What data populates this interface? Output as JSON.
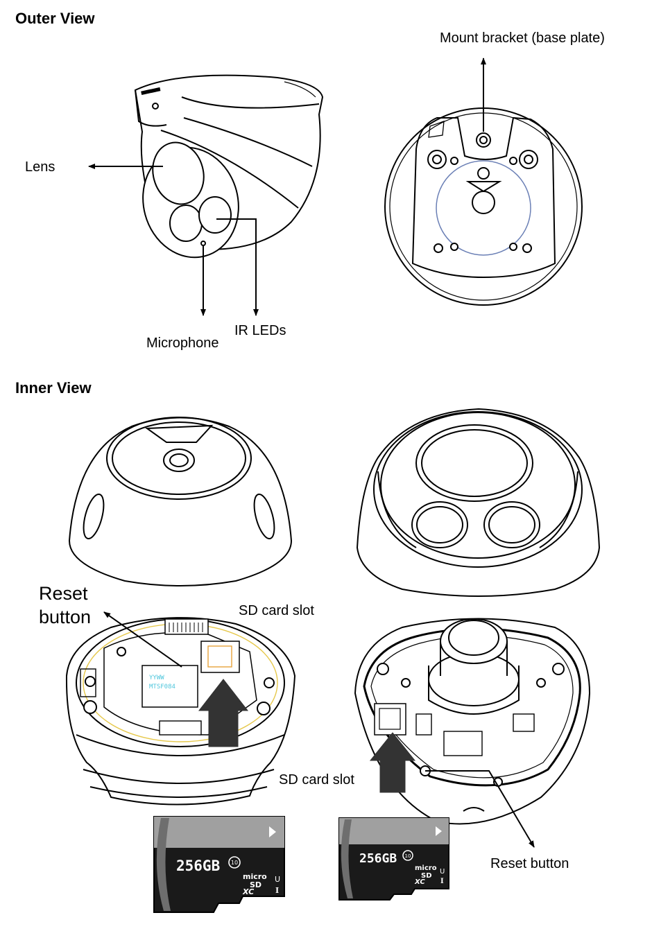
{
  "sections": {
    "outer_view": "Outer View",
    "inner_view": "Inner View"
  },
  "callouts": {
    "lens": "Lens",
    "microphone": "Microphone",
    "ir_leds": "IR LEDs",
    "mount_bracket": "Mount bracket (base plate)",
    "reset_button_left_line1": "Reset",
    "reset_button_left_line2": "button",
    "sd_card_slot_top": "SD card slot",
    "sd_card_slot_bottom": "SD card slot",
    "reset_button_right": "Reset button"
  },
  "pcb_marking": {
    "line1": "YYWW",
    "line2": "MTSF084"
  },
  "sd_cards": [
    {
      "capacity": "256GB",
      "class": "10",
      "brand_top": "micro",
      "brand_sd": "SD",
      "brand_xc": "XC",
      "uhs": "U",
      "uhs_grade": "I"
    },
    {
      "capacity": "256GB",
      "class": "10",
      "brand_top": "micro",
      "brand_sd": "SD",
      "brand_xc": "XC",
      "uhs": "U",
      "uhs_grade": "I"
    }
  ],
  "colors": {
    "line": "#000000",
    "arrow_fill": "#333333",
    "card_body": "#1a1a1a",
    "card_strip": "#9a9a9a",
    "pcb_text": "#4fc6dc",
    "pcb_trace": "#e6c84a"
  }
}
